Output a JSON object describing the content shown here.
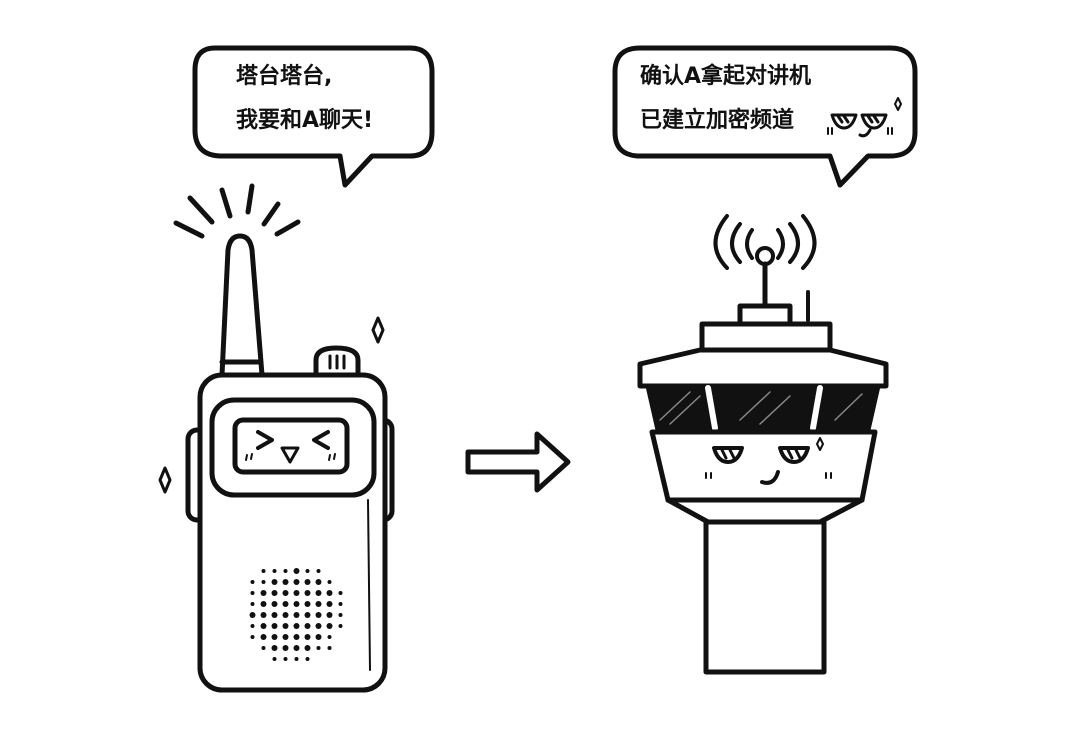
{
  "scene": {
    "background": "#ffffff",
    "ink": "#111111"
  },
  "left_character": {
    "name": "walkie-talkie",
    "expression": "excited (>▽<)",
    "speech": {
      "line1": "塔台塔台,",
      "line2": "我要和A聊天!"
    }
  },
  "arrow": {
    "direction": "right"
  },
  "right_character": {
    "name": "control-tower",
    "expression": "smug smile",
    "speech": {
      "line1": "确认A拿起对讲机",
      "line2": "已建立加密频道"
    }
  }
}
